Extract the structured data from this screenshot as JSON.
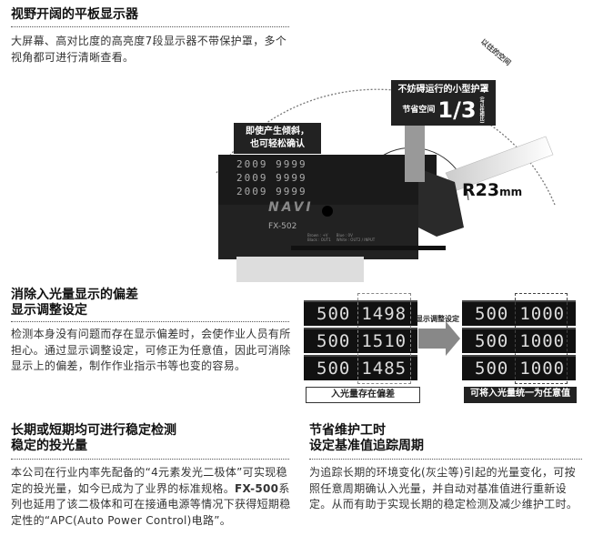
{
  "section1": {
    "title": "视野开阔的平板显示器",
    "body": "大屏幕、高对比度的高亮度7段显示器不带保护罩，多个视角都可进行清晰查看。"
  },
  "illustration": {
    "arc_label": "以往的空间",
    "callout_tilt": [
      "即使产生倾斜，",
      "也可轻松确认"
    ],
    "callout_cover": {
      "line1": "不妨碍运行的小型护罩",
      "prefix": "节省空间",
      "ratio": "1/3",
      "note": "(与以往相比)"
    },
    "radius": "R23",
    "radius_unit": "mm",
    "device": {
      "brand": "NAVI",
      "model": "FX-502",
      "display": "2009 9999",
      "wiring": [
        "Brown : +V",
        "Black : OUT1",
        "Blue : 0V",
        "White : OUT2 / INPUT"
      ]
    }
  },
  "section2": {
    "title_line1": "消除入光量显示的偏差",
    "title_line2": "显示调整设定",
    "body": "检测本身没有问题而存在显示偏差时，会使作业人员有所担心。通过显示调整设定，可修正为任意值，因此可消除显示上的偏差，制作作业指示书等也变的容易。",
    "before": {
      "rows": [
        [
          "500",
          "1498"
        ],
        [
          "500",
          "1510"
        ],
        [
          "500",
          "1485"
        ]
      ],
      "label": "入光量存在偏差"
    },
    "arrow_label": "显示调整设定",
    "after": {
      "rows": [
        [
          "500",
          "1000"
        ],
        [
          "500",
          "1000"
        ],
        [
          "500",
          "1000"
        ]
      ],
      "label": "可将入光量统一为任意值"
    }
  },
  "section3": {
    "title_line1": "长期或短期均可进行稳定检测",
    "title_line2": "稳定的投光量",
    "body_a": "本公司在行业内率先配备的“4元素发光二极体”可实现稳定的投光量，如今已成为了业界的标准规格。",
    "body_bold": "FX-500",
    "body_b": "系列也延用了该二极体和可在接通电源等情况下获得短期稳定性的“APC(Auto Power Control)电路”。"
  },
  "section4": {
    "title_line1": "节省维护工时",
    "title_line2": "设定基准值追踪周期",
    "body": "为追踪长期的环境变化(灰尘等)引起的光量变化，可按照任意周期确认入光量，并自动对基准值进行重新设定。从而有助于实现长期的稳定检测及减少维护工时。"
  }
}
